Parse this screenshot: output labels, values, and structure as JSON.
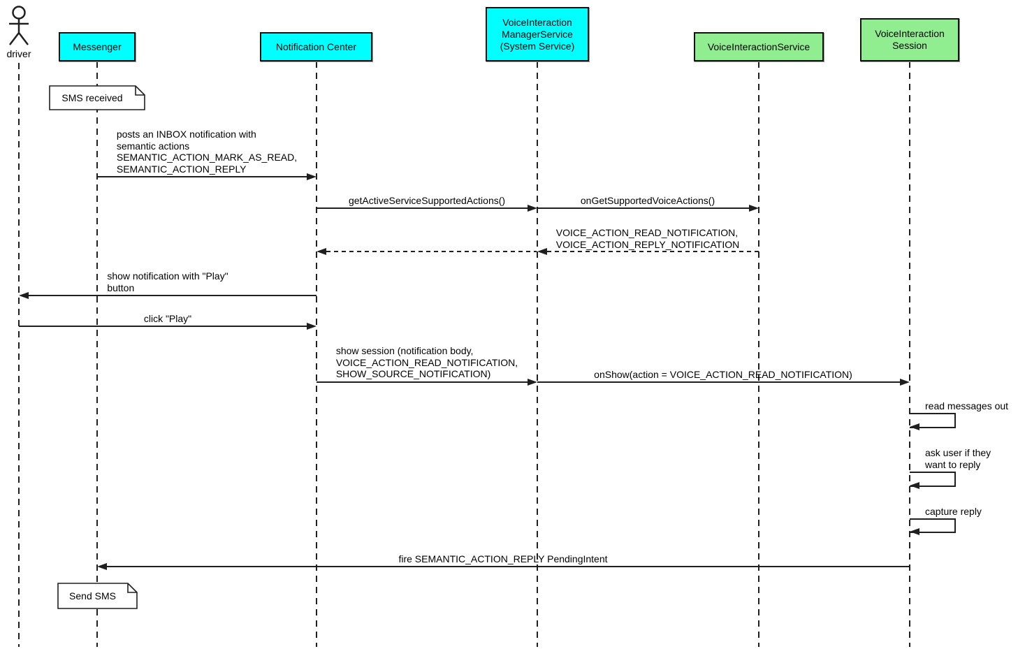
{
  "colors": {
    "participant_cyan": "#00FFFF",
    "participant_green": "#90EE90",
    "line": "#1f1f1f",
    "note_fill": "#FFFFFF"
  },
  "actor": {
    "label": "driver"
  },
  "participants": {
    "messenger": {
      "lines": [
        "Messenger"
      ]
    },
    "notification_center": {
      "lines": [
        "Notification Center"
      ]
    },
    "manager_service": {
      "lines": [
        "VoiceInteraction",
        "ManagerService",
        "(System Service)"
      ]
    },
    "voice_interaction_service": {
      "lines": [
        "VoiceInteractionService"
      ]
    },
    "voice_interaction_session": {
      "lines": [
        "VoiceInteraction",
        "Session"
      ]
    }
  },
  "notes": {
    "sms_received": "SMS received",
    "send_sms": "Send SMS"
  },
  "messages": {
    "post_inbox": {
      "lines": [
        "posts an INBOX notification with",
        "semantic actions",
        "SEMANTIC_ACTION_MARK_AS_READ,",
        "SEMANTIC_ACTION_REPLY"
      ]
    },
    "get_active": "getActiveServiceSupportedActions()",
    "on_get": "onGetSupportedVoiceActions()",
    "voice_actions_return": {
      "lines": [
        "VOICE_ACTION_READ_NOTIFICATION,",
        "VOICE_ACTION_REPLY_NOTIFICATION"
      ]
    },
    "show_notification": {
      "lines": [
        "show notification with \"Play\"",
        "button"
      ]
    },
    "click_play": "click \"Play\"",
    "show_session": {
      "lines": [
        "show session (notification body,",
        "VOICE_ACTION_READ_NOTIFICATION,",
        "SHOW_SOURCE_NOTIFICATION)"
      ]
    },
    "on_show": "onShow(action = VOICE_ACTION_READ_NOTIFICATION)",
    "read_messages": "read messages out",
    "ask_user": {
      "lines": [
        "ask user if they",
        "want to reply"
      ]
    },
    "capture_reply": "capture reply",
    "fire_reply": "fire SEMANTIC_ACTION_REPLY PendingIntent"
  }
}
